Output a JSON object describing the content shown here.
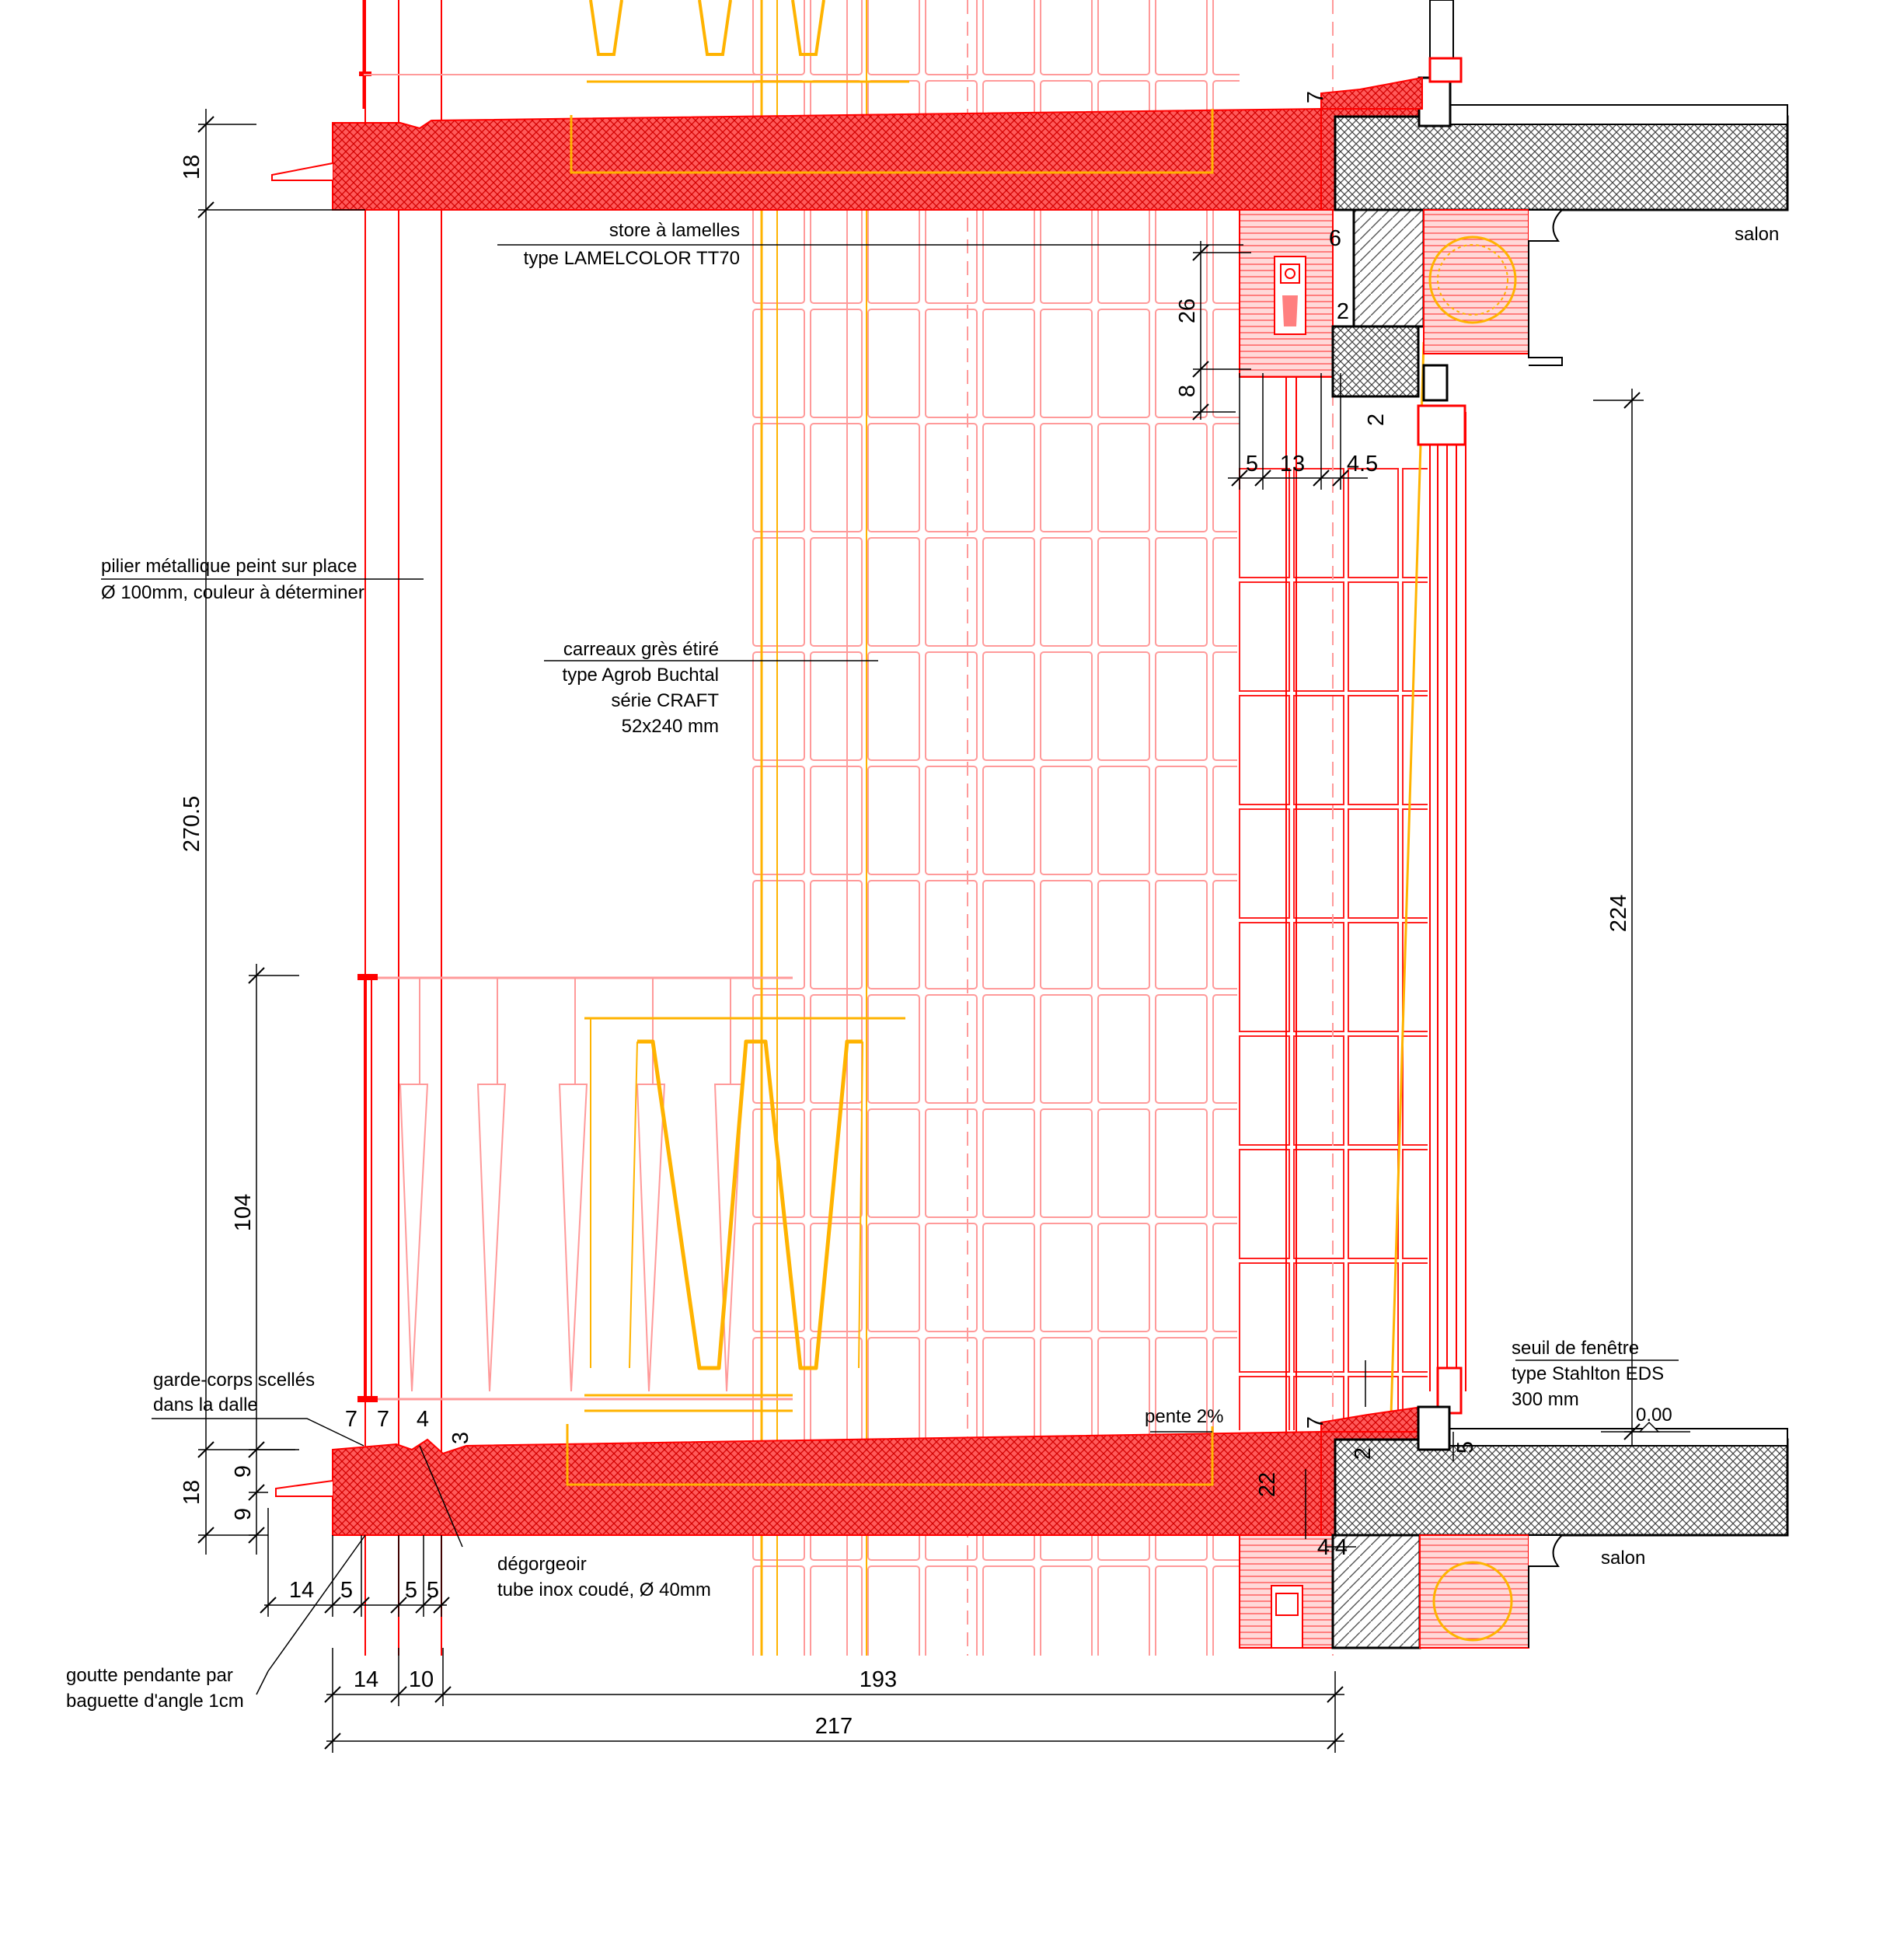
{
  "colors": {
    "red": "#ff0000",
    "light_red": "#ff9a9a",
    "yellow": "#ffb300",
    "grey_hatch": "#555555",
    "line": "#000000"
  },
  "rooms": {
    "upper": "salon",
    "lower": "salon"
  },
  "annotations": {
    "blind_1": "store à lamelles",
    "blind_2": "type LAMELCOLOR TT70",
    "pillar_1": "pilier métallique peint sur place",
    "pillar_2": "Ø 100mm, couleur à déterminer",
    "tiles_1": "carreaux grès étiré",
    "tiles_2": "type Agrob Buchtal",
    "tiles_3": "série CRAFT",
    "tiles_4": "52x240 mm",
    "railing_1": "garde-corps scellés",
    "railing_2": "dans la dalle",
    "slope": "pente 2%",
    "sill_1": "seuil de fenêtre",
    "sill_2": "type Stahlton EDS",
    "sill_3": "300 mm",
    "level": "0.00",
    "drain_1": "dégorgeoir",
    "drain_2": "tube inox coudé, Ø 40mm",
    "drip_1": "goutte pendante par",
    "drip_2": "baguette d'angle 1cm"
  },
  "dimensions": {
    "slab_top": "18",
    "storey": "270.5",
    "railing_h": "104",
    "slab_bottom": "18",
    "slab_a": "9",
    "slab_b": "9",
    "window_h": "224",
    "box_h": "26",
    "box_gap": "8",
    "box_w": "13",
    "gap_a": "5",
    "gap_b": "4.5",
    "top_6": "6",
    "top_2a": "2",
    "top_2b": "2",
    "top_7": "7",
    "bot_7a": "7",
    "bot_7b": "7",
    "bot_4": "4",
    "bot_3": "3",
    "bot_7c": "7",
    "bot_2": "2",
    "bot_5": "5",
    "bot_22": "22",
    "bot_4a": "4",
    "bot_4b": "4",
    "chain_14": "14",
    "chain_5a": "5",
    "chain_5b": "5",
    "chain_5c": "5",
    "total_14": "14",
    "total_10": "10",
    "total_193": "193",
    "total_217": "217"
  }
}
